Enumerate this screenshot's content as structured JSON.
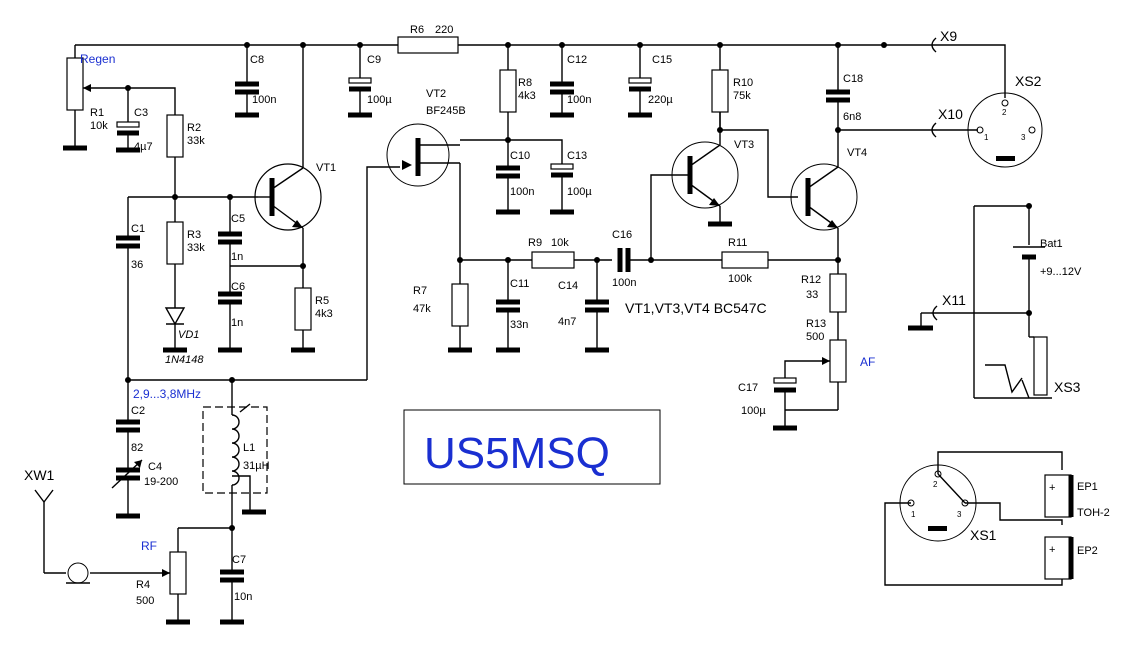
{
  "callsign": "US5MSQ",
  "note": "VT1,VT3,VT4 BC547C",
  "band": "2,9...3,8MHz",
  "controls": {
    "regen": "Regen",
    "rf": "RF",
    "af": "AF"
  },
  "components": {
    "R1": {
      "ref": "R1",
      "value": "10k"
    },
    "R2": {
      "ref": "R2",
      "value": "33k"
    },
    "R3": {
      "ref": "R3",
      "value": "33k"
    },
    "R4": {
      "ref": "R4",
      "value": "500"
    },
    "R5": {
      "ref": "R5",
      "value": "4k3"
    },
    "R6": {
      "ref": "R6",
      "value": "220"
    },
    "R7": {
      "ref": "R7",
      "value": "47k"
    },
    "R8": {
      "ref": "R8",
      "value": "4k3"
    },
    "R9": {
      "ref": "R9",
      "value": "10k"
    },
    "R10": {
      "ref": "R10",
      "value": "75k"
    },
    "R11": {
      "ref": "R11",
      "value": "100k"
    },
    "R12": {
      "ref": "R12",
      "value": "33"
    },
    "R13": {
      "ref": "R13",
      "value": "500"
    },
    "C1": {
      "ref": "C1",
      "value": "36"
    },
    "C2": {
      "ref": "C2",
      "value": "82"
    },
    "C3": {
      "ref": "C3",
      "value": "4µ7"
    },
    "C4": {
      "ref": "C4",
      "value": "19-200"
    },
    "C5": {
      "ref": "C5",
      "value": "1n"
    },
    "C6": {
      "ref": "C6",
      "value": "1n"
    },
    "C7": {
      "ref": "C7",
      "value": "10n"
    },
    "C8": {
      "ref": "C8",
      "value": "100n"
    },
    "C9": {
      "ref": "C9",
      "value": "100µ"
    },
    "C10": {
      "ref": "C10",
      "value": "100n"
    },
    "C11": {
      "ref": "C11",
      "value": "33n"
    },
    "C12": {
      "ref": "C12",
      "value": "100n"
    },
    "C13": {
      "ref": "C13",
      "value": "100µ"
    },
    "C14": {
      "ref": "C14",
      "value": "4n7"
    },
    "C15": {
      "ref": "C15",
      "value": "220µ"
    },
    "C16": {
      "ref": "C16",
      "value": "100n"
    },
    "C17": {
      "ref": "C17",
      "value": "100µ"
    },
    "C18": {
      "ref": "C18",
      "value": "6n8"
    },
    "L1": {
      "ref": "L1",
      "value": "31µH"
    },
    "VD1": {
      "ref": "VD1",
      "value": "1N4148"
    },
    "VT1": {
      "ref": "VT1"
    },
    "VT2": {
      "ref": "VT2",
      "value": "BF245B"
    },
    "VT3": {
      "ref": "VT3"
    },
    "VT4": {
      "ref": "VT4"
    },
    "Bat1": {
      "ref": "Bat1",
      "value": "+9...12V"
    },
    "EP1": {
      "ref": "EP1"
    },
    "EP2": {
      "ref": "EP2"
    },
    "phones": "TOH-2"
  },
  "connectors": {
    "XW1": "XW1",
    "X9": "X9",
    "X10": "X10",
    "X11": "X11",
    "XS1": "XS1",
    "XS2": "XS2",
    "XS3": "XS3"
  },
  "pins": {
    "p1": "1",
    "p2": "2",
    "p3": "3",
    "plus": "+"
  }
}
